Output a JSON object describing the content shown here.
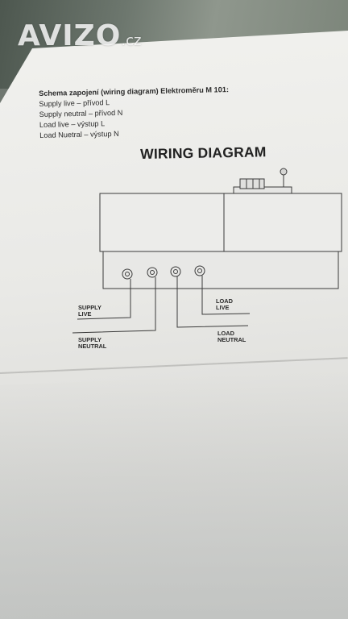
{
  "watermark": {
    "brand": "AVIZO",
    "tld": ".cz"
  },
  "document": {
    "heading": "Schema zapojení (wiring diagram) Elektroměru M 101:",
    "lines": [
      "Supply live – přívod L",
      "Supply neutral – přívod N",
      "Load live – výstup L",
      "Load Nuetral – výstup N"
    ]
  },
  "diagram": {
    "title": "WIRING DIAGRAM",
    "labels": {
      "supply_live": [
        "SUPPLY",
        "LIVE"
      ],
      "supply_neutral": [
        "SUPPLY",
        "NEUTRAL"
      ],
      "load_live": [
        "LOAD",
        "LIVE"
      ],
      "load_neutral": [
        "LOAD",
        "NEUTRAL"
      ]
    }
  }
}
